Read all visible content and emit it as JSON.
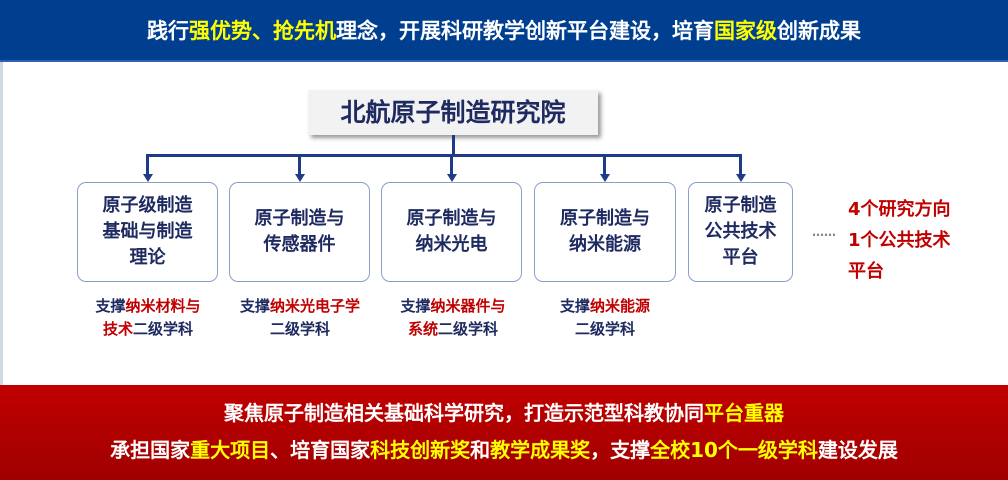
{
  "header": {
    "parts": [
      {
        "t": "践行",
        "h": false
      },
      {
        "t": "强优势、抢先机",
        "h": true
      },
      {
        "t": "理念，开展科研教学创新平台建设，培育",
        "h": false
      },
      {
        "t": "国家级",
        "h": true
      },
      {
        "t": "创新成果",
        "h": false
      }
    ]
  },
  "title": "北航原子制造研究院",
  "boxes": [
    {
      "label": "原子级制造\n基础与制造\n理论"
    },
    {
      "label": "原子制造与\n传感器件"
    },
    {
      "label": "原子制造与\n纳米光电"
    },
    {
      "label": "原子制造与\n纳米能源"
    },
    {
      "label": "原子制造\n公共技术\n平台"
    }
  ],
  "supports": [
    {
      "a": "支撑",
      "b": "纳米材料与",
      "c": "技术",
      "d": "二级学科"
    },
    {
      "a": "支撑",
      "b": "纳米光电子学",
      "c": "",
      "d": "二级学科"
    },
    {
      "a": "支撑",
      "b": "纳米器件与",
      "c": "系统",
      "d": "二级学科"
    },
    {
      "a": "支撑",
      "b": "纳米能源",
      "c": "",
      "d": "二级学科"
    }
  ],
  "dots": "……",
  "note": "4个研究方向\n1个公共技术\n平台",
  "footer": {
    "line1": [
      {
        "t": "聚焦原子制造相关基础科学研究，打造示范型科教协同",
        "h": false
      },
      {
        "t": "平台重器",
        "h": true
      }
    ],
    "line2": [
      {
        "t": "承担国家",
        "h": false
      },
      {
        "t": "重大项目",
        "h": true
      },
      {
        "t": "、培育国家",
        "h": false
      },
      {
        "t": "科技创新奖",
        "h": true
      },
      {
        "t": "和",
        "h": false
      },
      {
        "t": "教学成果奖",
        "h": true
      },
      {
        "t": "，支撑",
        "h": false
      },
      {
        "t": "全校10个一级学科",
        "h": true
      },
      {
        "t": "建设发展",
        "h": false
      }
    ]
  }
}
